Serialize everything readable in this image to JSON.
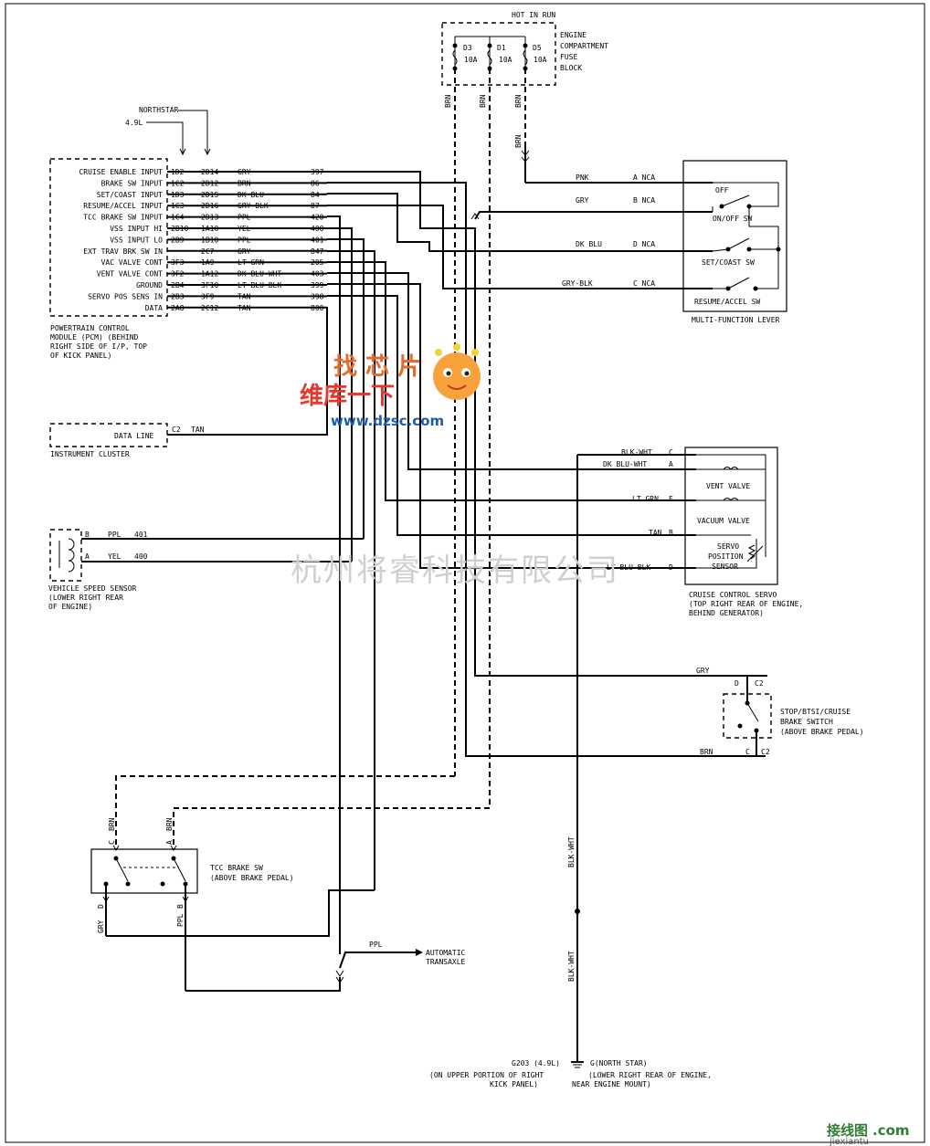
{
  "fuse_block": {
    "header": "HOT IN RUN",
    "fuses": [
      {
        "name": "D3",
        "rating": "10A"
      },
      {
        "name": "D1",
        "rating": "10A"
      },
      {
        "name": "D5",
        "rating": "10A"
      }
    ],
    "label": [
      "ENGINE",
      "COMPARTMENT",
      "FUSE",
      "BLOCK"
    ]
  },
  "engine": {
    "line1": "NORTHSTAR",
    "line2": "4.9L"
  },
  "pcm": {
    "pins": [
      {
        "label": "CRUISE ENABLE INPUT",
        "c1": "1D2",
        "c2": "2D14",
        "color": "GRY",
        "circuit": "397"
      },
      {
        "label": "BRAKE SW INPUT",
        "c1": "1C2",
        "c2": "2D12",
        "color": "BRN",
        "circuit": "86"
      },
      {
        "label": "SET/COAST INPUT",
        "c1": "1D3",
        "c2": "2D15",
        "color": "DK BLU",
        "circuit": "84"
      },
      {
        "label": "RESUME/ACCEL INPUT",
        "c1": "1C3",
        "c2": "2D16",
        "color": "GRY-BLK",
        "circuit": "87"
      },
      {
        "label": "TCC BRAKE SW INPUT",
        "c1": "1C4",
        "c2": "2D13",
        "color": "PPL",
        "circuit": "420"
      },
      {
        "label": "VSS INPUT HI",
        "c1": "2B10",
        "c2": "1A10",
        "color": "YEL",
        "circuit": "400"
      },
      {
        "label": "VSS INPUT LO",
        "c1": "2B9",
        "c2": "1B10",
        "color": "PPL",
        "circuit": "401"
      },
      {
        "label": "EXT TRAV BRK SW IN",
        "c1": "",
        "c2": "2C7",
        "color": "GRY",
        "circuit": "847"
      },
      {
        "label": "VAC VALVE CONT",
        "c1": "3F3",
        "c2": "1A9",
        "color": "LT GRN",
        "circuit": "205"
      },
      {
        "label": "VENT VALVE CONT",
        "c1": "3F2",
        "c2": "1A12",
        "color": "DK BLU-WHT",
        "circuit": "403"
      },
      {
        "label": "GROUND",
        "c1": "2B4",
        "c2": "3F10",
        "color": "LT BLU-BLK",
        "circuit": "399"
      },
      {
        "label": "SERVO POS SENS IN",
        "c1": "2B3",
        "c2": "3F9",
        "color": "TAN",
        "circuit": "398"
      },
      {
        "label": "DATA",
        "c1": "2A8",
        "c2": "2C12",
        "color": "TAN",
        "circuit": "800"
      }
    ],
    "caption": [
      "POWERTRAIN CONTROL",
      "MODULE (PCM)     (BEHIND",
      "RIGHT SIDE OF I/P, TOP",
      "OF KICK PANEL)"
    ]
  },
  "cluster": {
    "pin": "DATA LINE",
    "conn": "C2",
    "color": "TAN",
    "caption": "INSTRUMENT CLUSTER"
  },
  "vss": {
    "pin_b": "B",
    "color_b": "PPL",
    "circuit_b": "401",
    "pin_a": "A",
    "color_a": "YEL",
    "circuit_a": "400",
    "caption": [
      "VEHICLE SPEED SENSOR",
      "(LOWER RIGHT REAR",
      "OF ENGINE)"
    ]
  },
  "mfl": {
    "wires": [
      {
        "color": "PNK",
        "pin": "A NCA"
      },
      {
        "color": "GRY",
        "pin": "B NCA"
      },
      {
        "color": "DK BLU",
        "pin": "D NCA"
      },
      {
        "color": "GRY-BLK",
        "pin": "C NCA"
      }
    ],
    "off": "OFF",
    "onoff": "ON/OFF SW",
    "setcoast": "SET/COAST SW",
    "resume": "RESUME/ACCEL SW",
    "caption": "MULTI-FUNCTION LEVER"
  },
  "servo": {
    "wires": [
      {
        "color": "BLK-WHT",
        "pin": "C"
      },
      {
        "color": "DK BLU-WHT",
        "pin": "A"
      },
      {
        "color": "LT GRN",
        "pin": "E"
      },
      {
        "color": "TAN",
        "pin": "B"
      },
      {
        "color": "LT BLU-BLK",
        "pin": "D"
      }
    ],
    "vent": "VENT VALVE",
    "vacuum": "VACUUM VALVE",
    "sensor": [
      "SERVO",
      "POSITION",
      "SENSOR"
    ],
    "caption": [
      "CRUISE CONTROL SERVO",
      "(TOP RIGHT REAR OF ENGINE,",
      "BEHIND GENERATOR)"
    ]
  },
  "stop_sw": {
    "top_color": "GRY",
    "top_pin": "D",
    "top_conn": "C2",
    "bot_color": "BRN",
    "bot_pin": "C",
    "bot_conn": "C2",
    "caption": [
      "STOP/BTSI/CRUISE",
      "BRAKE SWITCH",
      "(ABOVE BRAKE PEDAL)"
    ]
  },
  "tcc_sw": {
    "pin_c": "C",
    "pin_a": "A",
    "pin_d": "D",
    "pin_b": "B",
    "brn1": "BRN",
    "brn2": "BRN",
    "gry": "GRY",
    "ppl": "PPL",
    "caption": [
      "TCC BRAKE SW",
      "(ABOVE BRAKE PEDAL)"
    ]
  },
  "transaxle": {
    "color": "PPL",
    "label": [
      "AUTOMATIC",
      "TRANSAXLE"
    ]
  },
  "wire_labels": {
    "brn": "BRN",
    "blkwht": "BLK-WHT"
  },
  "ground": {
    "left": "G203   (4.9L)",
    "left_caption": [
      "(ON UPPER PORTION OF RIGHT",
      "KICK PANEL)"
    ],
    "right": "G(NORTH STAR)",
    "right_caption": [
      "(LOWER RIGHT REAR OF ENGINE,",
      "NEAR ENGINE MOUNT)"
    ]
  },
  "watermark": "杭州将睿科技有限公司",
  "logo": {
    "line1": "找 芯 片",
    "line2": "维库一下",
    "url": "www.dzsc.com"
  },
  "corner": {
    "brand": "接线图",
    "domain": "jiexiantu",
    "com": ".com"
  }
}
